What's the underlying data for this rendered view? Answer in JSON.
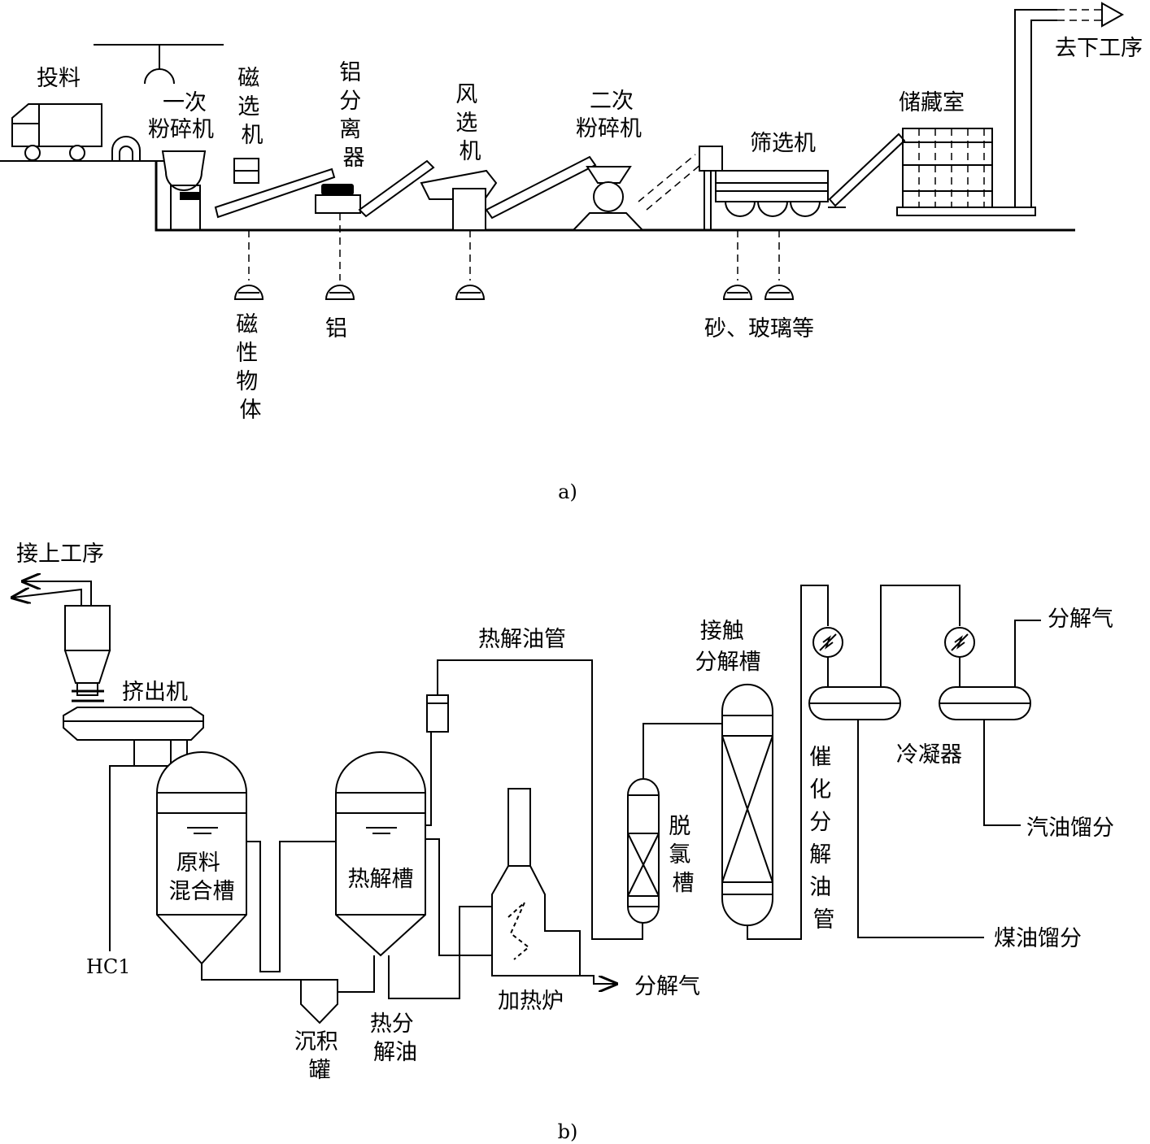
{
  "panel_a": {
    "caption": "a)",
    "labels": {
      "feeding": "投料",
      "primary_crusher": [
        "一次",
        "粉碎机"
      ],
      "magnetic_separator": [
        "磁",
        "选",
        "机"
      ],
      "aluminum_separator": [
        "铝",
        "分",
        "离",
        "器"
      ],
      "air_separator": [
        "风",
        "选",
        "机"
      ],
      "secondary_crusher": [
        "二次",
        "粉碎机"
      ],
      "screening_machine": "筛选机",
      "storage_room": "储藏室",
      "to_next_process": "去下工序",
      "magnetic_material": [
        "磁",
        "性",
        "物",
        "体"
      ],
      "aluminum": "铝",
      "sand_glass": "砂、玻璃等"
    }
  },
  "panel_b": {
    "caption": "b)",
    "labels": {
      "from_prev_process": "接上工序",
      "extruder": "挤出机",
      "hcl": "HC1",
      "mixing_tank": [
        "原料",
        "混合槽"
      ],
      "settling_tank": [
        "沉积",
        "罐"
      ],
      "pyrolysis_tank": "热解槽",
      "pyrolysis_oil_out": [
        "热分",
        "解油"
      ],
      "pyrolysis_oil_pipe": "热解油管",
      "heating_furnace": "加热炉",
      "decomp_gas_1": "分解气",
      "dechlorination_tank": [
        "脱",
        "氯",
        "槽"
      ],
      "contact_decomp_tank": [
        "接触",
        "分解槽"
      ],
      "catalytic_oil_pipe": [
        "催",
        "化",
        "分",
        "解",
        "油",
        "管"
      ],
      "condenser": "冷凝器",
      "decomp_gas_2": "分解气",
      "gasoline_fraction": "汽油馏分",
      "kerosene_fraction": "煤油馏分"
    }
  }
}
